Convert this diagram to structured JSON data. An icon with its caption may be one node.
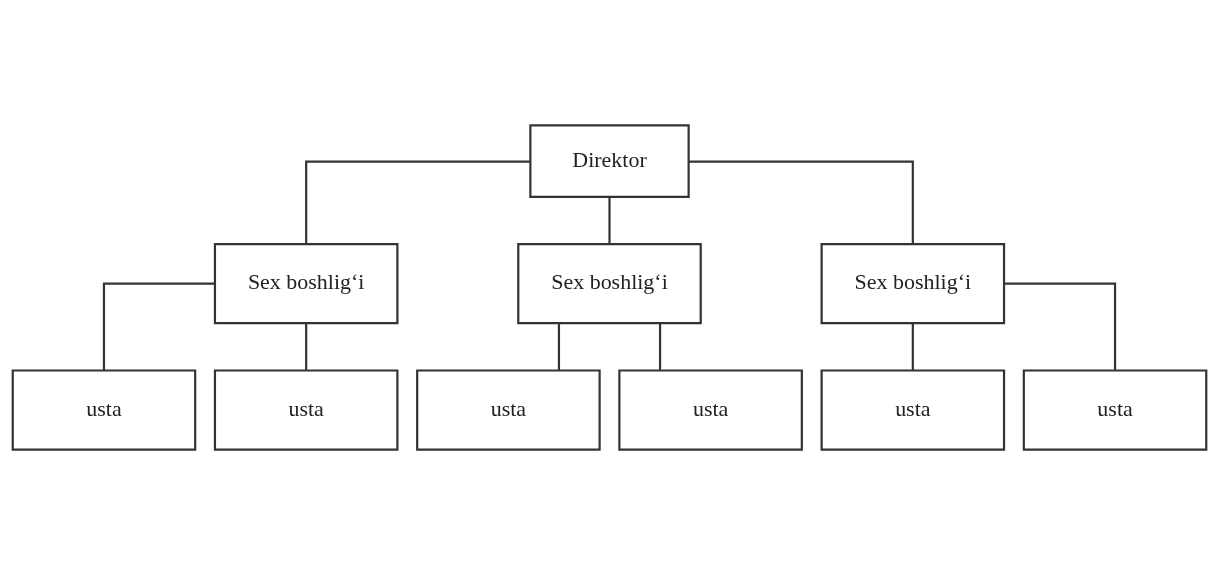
{
  "diagram": {
    "nodes": [
      {
        "text": [
          "Direktor"
        ]
      },
      {
        "text": [
          "Sex boshlig‘i"
        ]
      },
      {
        "text": [
          "Sex boshlig‘i"
        ]
      },
      {
        "text": [
          "Sex boshlig‘i"
        ]
      },
      {
        "text": [
          "usta"
        ]
      },
      {
        "text": [
          "usta"
        ]
      },
      {
        "text": [
          "usta"
        ]
      },
      {
        "text": [
          "usta"
        ]
      },
      {
        "text": [
          "usta"
        ]
      },
      {
        "text": [
          "usta"
        ]
      }
    ],
    "edges": [
      {
        "from": 0,
        "to": 1,
        "arrow": "none"
      },
      {
        "from": 0,
        "to": 2,
        "arrow": "none"
      },
      {
        "from": 0,
        "to": 3,
        "arrow": "none"
      },
      {
        "from": 1,
        "to": 4,
        "arrow": "none"
      },
      {
        "from": 1,
        "to": 5,
        "arrow": "none"
      },
      {
        "from": 2,
        "to": 6,
        "arrow": "none"
      },
      {
        "from": 2,
        "to": 7,
        "arrow": "none"
      },
      {
        "from": 3,
        "to": 8,
        "arrow": "none"
      },
      {
        "from": 3,
        "to": 9,
        "arrow": "none"
      }
    ]
  }
}
